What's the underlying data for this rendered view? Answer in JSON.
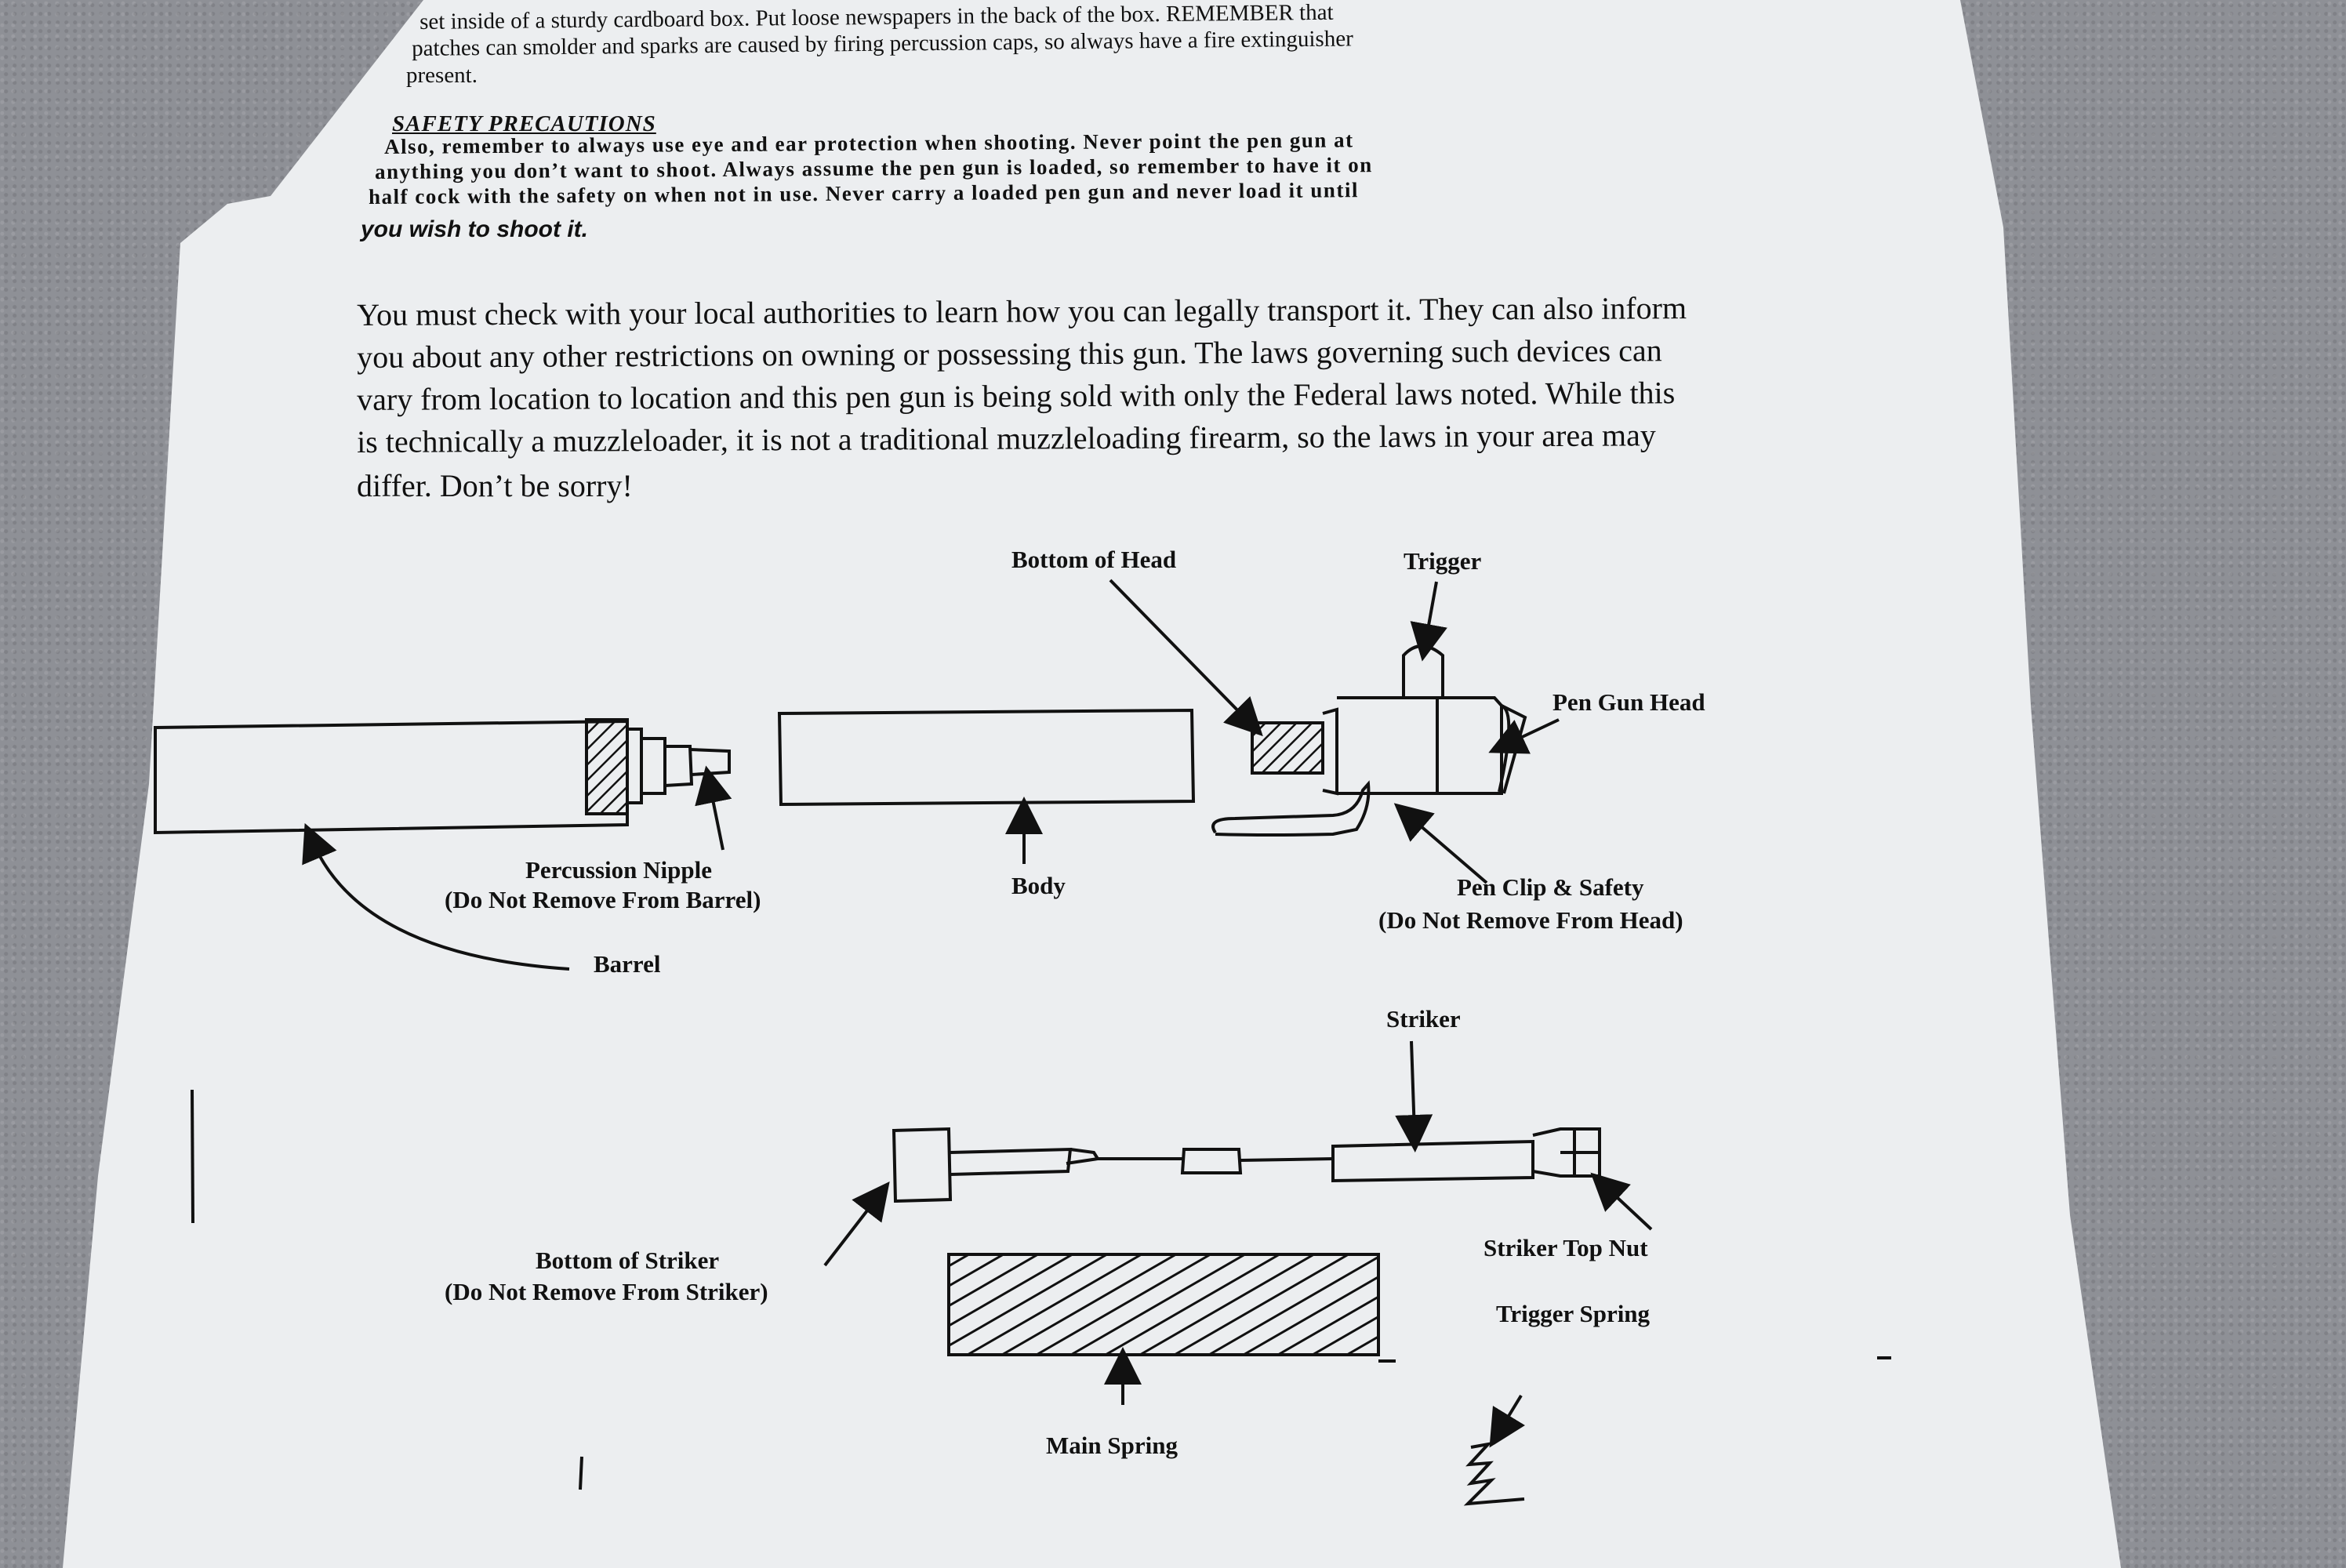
{
  "intro": {
    "lines": [
      "set inside of a sturdy cardboard box.  Put loose newspapers in the back of the box.  REMEMBER that",
      "patches can smolder and sparks are caused by firing percussion caps, so always have a fire extinguisher",
      "present."
    ]
  },
  "safety": {
    "heading": "SAFETY PRECAUTIONS",
    "lines": [
      "Also, remember to always use eye and ear protection when shooting.  Never point the pen gun at",
      "anything you don’t want to shoot.  Always assume the pen gun is loaded, so remember to have it on",
      "half cock with the safety on when not in use.  Never carry a loaded pen gun and never load it until"
    ],
    "last_line": "you wish to shoot it."
  },
  "legal": {
    "lines": [
      "You must check with your local authorities to learn how you can legally transport it. They can also inform",
      "you about any other restrictions on owning or possessing this gun.  The laws governing such devices can",
      "vary from location to location and this pen gun is being sold with only the Federal laws noted.  While this",
      "is technically a muzzleloader, it is not a traditional muzzleloading firearm, so the laws in your area may",
      "differ.  Don’t be sorry!"
    ]
  },
  "labels": {
    "bottom_of_head": "Bottom of Head",
    "trigger": "Trigger",
    "pen_gun_head": "Pen Gun Head",
    "percussion_nipple": "Percussion Nipple",
    "percussion_nipple_note": "(Do Not Remove From Barrel)",
    "body": "Body",
    "pen_clip_safety": "Pen Clip & Safety",
    "pen_clip_safety_note": "(Do Not Remove From Head)",
    "barrel": "Barrel",
    "striker": "Striker",
    "bottom_of_striker": "Bottom of Striker",
    "bottom_of_striker_note": "(Do Not Remove From Striker)",
    "striker_top_nut": "Striker Top Nut",
    "trigger_spring": "Trigger Spring",
    "main_spring": "Main Spring"
  }
}
